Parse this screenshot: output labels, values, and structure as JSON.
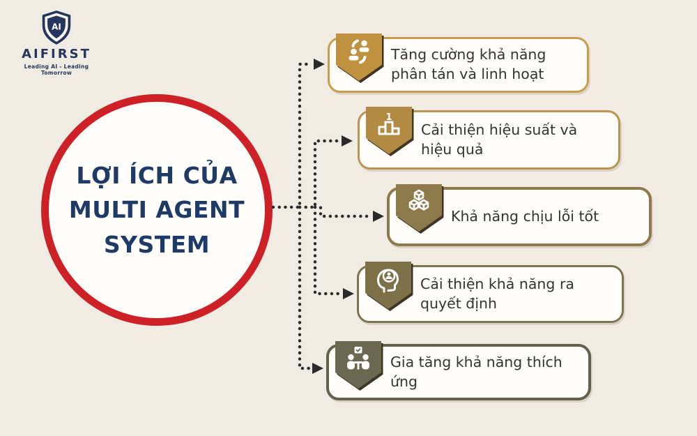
{
  "page": {
    "background_color": "#F1ECE3"
  },
  "logo": {
    "shield_text": "AI",
    "brand": "AIFIRST",
    "tagline": "Leading AI - Leading Tomorrow",
    "navy_color": "#24355E"
  },
  "center_circle": {
    "line1": "LỢI ÍCH CỦA",
    "line2": "MULTI AGENT",
    "line3": "SYSTEM",
    "ring_color": "#CE2127",
    "text_color": "#1D3B66",
    "fill_color": "#FFFEFB"
  },
  "benefits": [
    {
      "label": "Tăng cường khả năng phân tán và linh hoạt",
      "icon": "people-sync-icon",
      "badge_color": "#C0913F",
      "border_color": "#C99C4B"
    },
    {
      "label": "Cải thiện hiệu suất và hiệu quả",
      "icon": "podium-rank-icon",
      "badge_color": "#B28A42",
      "border_color": "#BA9450"
    },
    {
      "label": "Khả năng chịu lỗi tốt",
      "icon": "cubes-icon",
      "badge_color": "#8D7A4A",
      "border_color": "#8D7A4A"
    },
    {
      "label": "Cải thiện khả năng ra quyết định",
      "icon": "decision-head-icon",
      "badge_color": "#7E7148",
      "border_color": "#80744C"
    },
    {
      "label": "Gia tăng khả năng thích ứng",
      "icon": "team-check-icon",
      "badge_color": "#6B6750",
      "border_color": "#63604B"
    }
  ],
  "connectors": {
    "color": "#2A2A2A",
    "style": "dotted-with-arrowheads"
  }
}
